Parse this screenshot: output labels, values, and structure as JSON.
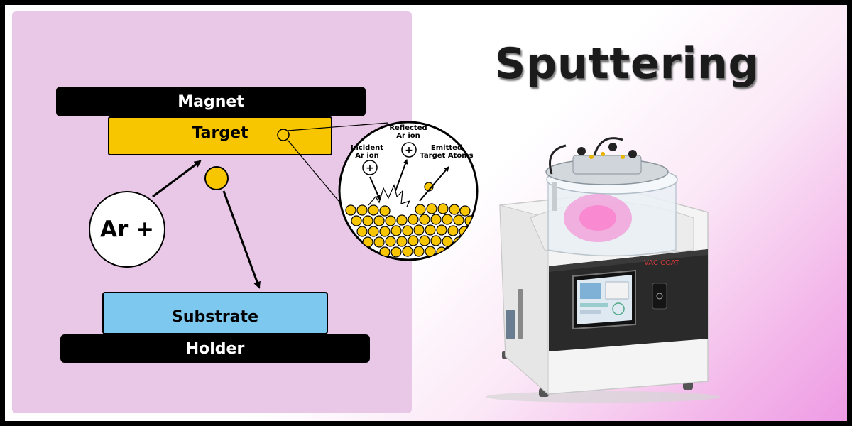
{
  "title": "Sputtering",
  "diagram": {
    "magnet_label": "Magnet",
    "target_label": "Target",
    "ion_label": "Ar +",
    "substrate_label": "Substrate",
    "holder_label": "Holder"
  },
  "zoom": {
    "reflected_line1": "Reflected",
    "reflected_line2": "Ar ion",
    "incident_line1": "Incident",
    "incident_line2": "Ar ion",
    "emitted_line1": "Emitted",
    "emitted_line2": "Target Atoms",
    "plus_sign": "+"
  },
  "device": {
    "brand": "VAC COAT"
  },
  "colors": {
    "panel": "#e8c8e6",
    "target": "#f7c600",
    "substrate": "#7cc8ee",
    "atom": "#f7c600"
  }
}
